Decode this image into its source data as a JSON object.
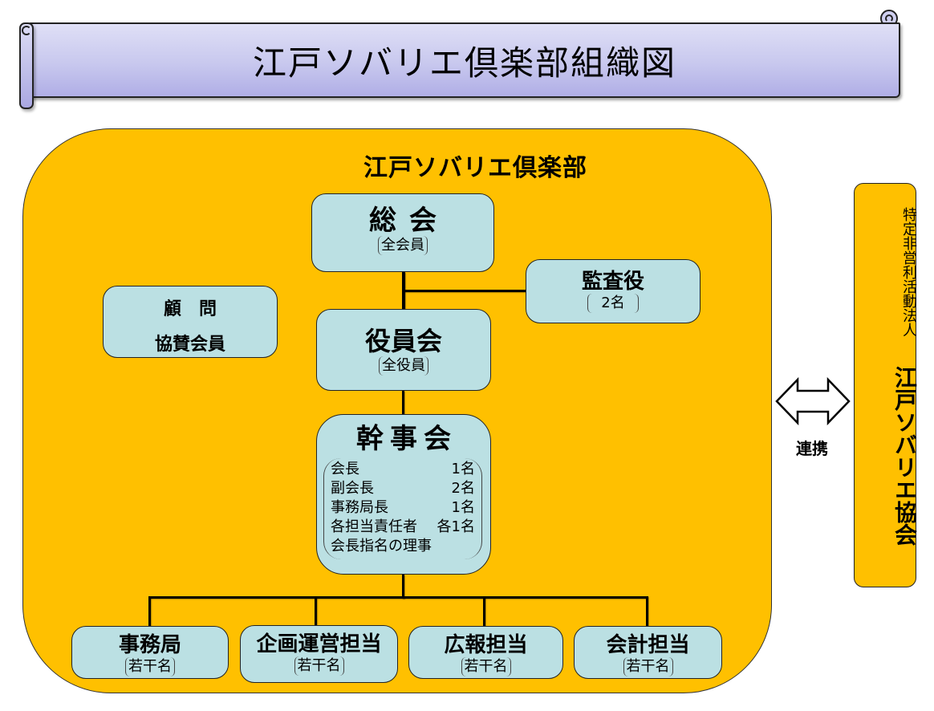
{
  "title": "江戸ソバリエ倶楽部組織図",
  "club": {
    "name": "江戸ソバリエ倶楽部",
    "fill_color": "#ffc000",
    "box_color": "#bbe0e3",
    "general_assembly": {
      "title": "総会",
      "members": "全会員"
    },
    "auditors": {
      "title": "監査役",
      "members": "2名"
    },
    "board": {
      "title": "役員会",
      "members": "全役員"
    },
    "advisors": {
      "line1": "顧　問",
      "line2": "協賛会員"
    },
    "executive_committee": {
      "title": "幹事会",
      "roles": [
        {
          "role": "会長",
          "count": "1名"
        },
        {
          "role": "副会長",
          "count": "2名"
        },
        {
          "role": "事務局長",
          "count": "1名"
        },
        {
          "role": "各担当責任者",
          "count": "各1名"
        },
        {
          "role": "会長指名の理事",
          "count": ""
        }
      ]
    },
    "departments": [
      {
        "title": "事務局",
        "members": "若干名"
      },
      {
        "title": "企画運営担当",
        "members": "若干名"
      },
      {
        "title": "広報担当",
        "members": "若干名"
      },
      {
        "title": "会計担当",
        "members": "若干名"
      }
    ]
  },
  "partnership": {
    "label": "連携",
    "icon": "double-arrow-icon"
  },
  "partner_org": {
    "type": "特定非営利活動法人",
    "name": "江戸ソバリエ協会"
  }
}
